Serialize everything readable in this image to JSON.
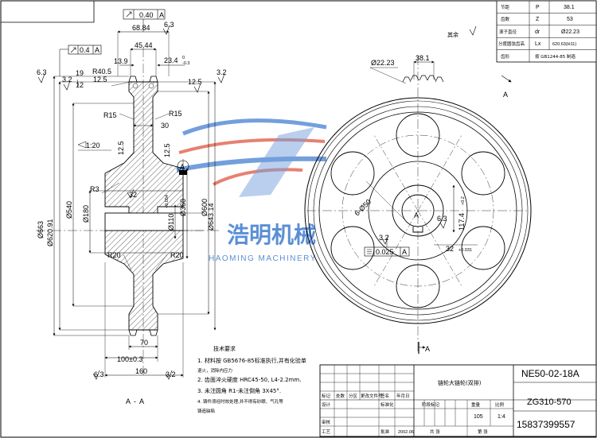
{
  "title_block": {
    "drawing_number": "NE50-02-18A",
    "material": "ZG310-570",
    "part_name": "链轮大链轮(双排)",
    "scale": "1:4",
    "weight": "105",
    "date": "2002.06",
    "phone": "15837399557"
  },
  "param_table": [
    {
      "label": "节距",
      "symbol": "P",
      "value": "38.1"
    },
    {
      "label": "齿数",
      "symbol": "Z",
      "value": "53"
    },
    {
      "label": "滚子直径",
      "symbol": "dr",
      "value": "Ø22.23"
    },
    {
      "label": "分度圆弦齿高",
      "symbol": "Lx",
      "value": "620.63(H11)"
    },
    {
      "label": "齿形",
      "symbol": "",
      "value": "按 GB1244-85 制造"
    }
  ],
  "tech_req": {
    "heading": "技术要求",
    "items": [
      "1. 材料按  GB5676-85标准执行,并有化验单",
      "   退火，消除内应力",
      "2. 齿面淬火硬度      HRC45-50,  L4-2.2mm.",
      "3. 未注圆角     R1-未注倒角       3X45°.",
      "4. 铸件须经时效处理,并不得有砂眼、气孔等",
      "   铸造缺陷"
    ]
  },
  "watermark": {
    "brand_cn": "浩明机械",
    "brand_en": "HAOMING MACHINERY"
  },
  "section_label": "A - A",
  "other_label": "其余",
  "datum_a": "A",
  "section_cut": "A",
  "dims": {
    "w_68": "68.84",
    "w_45": "45.44",
    "w_139": "13.9",
    "w_234": "23.4",
    "w_234_tol": "0\n-0.3",
    "r_405": "R40.5",
    "r_15a": "R15",
    "r_15b": "R15",
    "w_30": "30",
    "taper": "1:20",
    "r_3": "R3",
    "r_20a": "R20",
    "r_20b": "R20",
    "d_663": "Ø663",
    "d_620": "Ø620.91",
    "d_540": "Ø540",
    "d_180": "Ø180",
    "d_110": "Ø110",
    "d_110_tol": "+0.054\n0",
    "d_360": "Ø360",
    "d_600": "Ø600",
    "d_643": "Ø643.14",
    "w_100": "100±0.3",
    "w_70": "70",
    "w_160": "160",
    "n_12": "12",
    "n_19": "19",
    "n_32": "32",
    "rough_63": "6.3",
    "rough_32": "3.2",
    "rough_125": "12.5",
    "rough_63b": "6.3",
    "rough_32b": "3.2",
    "rough_125b": "12.5",
    "rough_125c": "12.5",
    "rough_125d": "12.5",
    "d_2223": "Ø22.23",
    "pitch_381": "38.1",
    "d_50": "6-Ø50",
    "kw_1174": "117.4",
    "kw_1174_tol": "+0.2\n0",
    "kw_32": "32",
    "kw_32_tol": "+0.031",
    "rough_63c": "6.3",
    "rough_32c": "3.2",
    "gdt_040": "0.40",
    "gdt_04": "0.4",
    "gdt_0025": "0.025",
    "gdt_ref": "A"
  },
  "title_cells": {
    "r1": [
      "标记",
      "处数",
      "分区",
      "更改文件号",
      "签名",
      "年月日"
    ],
    "r2": [
      "设计",
      "",
      "标准化",
      "",
      "阶段标记",
      "重量",
      "比例"
    ],
    "r3": [
      "审核",
      "",
      "",
      "",
      ""
    ],
    "r4": [
      "工艺",
      "",
      "批准",
      "",
      "共  张",
      "第  张"
    ]
  }
}
